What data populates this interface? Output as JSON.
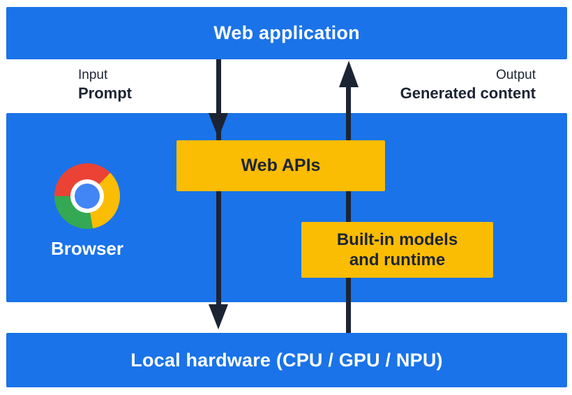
{
  "colors": {
    "panel_blue": "#1A73E8",
    "accent_yellow": "#FBBC04",
    "ink_navy": "#1C2434",
    "logo_red": "#EA4335",
    "logo_yellow": "#FBBC04",
    "logo_green": "#34A853",
    "logo_blue": "#4285F4"
  },
  "web_application_bar": {
    "label": "Web application"
  },
  "io": {
    "input_caption": "Input",
    "input_value": "Prompt",
    "output_caption": "Output",
    "output_value": "Generated content"
  },
  "browser_panel": {
    "browser_label": "Browser",
    "web_apis_box": {
      "label": "Web APIs"
    },
    "builtin_models_box": {
      "lines": [
        "Built-in models",
        "and runtime"
      ]
    }
  },
  "icons": {
    "chrome_logo": "chrome-browser-logo",
    "input_arrow": "arrow-down",
    "output_arrow": "arrow-up"
  },
  "local_hardware_bar": {
    "label": "Local hardware (CPU / GPU / NPU)"
  }
}
